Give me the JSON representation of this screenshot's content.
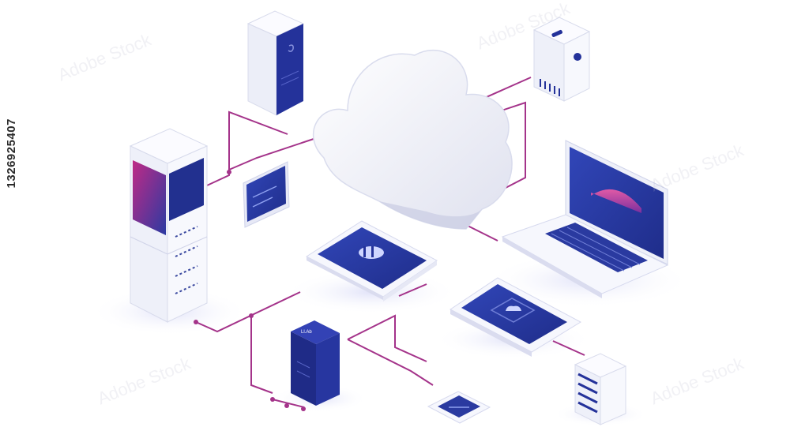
{
  "image": {
    "side_watermark": "1326925407",
    "stock_watermark": "Adobe Stock",
    "tiny_device_label": "Ll.Ab",
    "palette": {
      "primary_blue": "#23338f",
      "screen_blue": "#2a3fa6",
      "accent_magenta": "#b12a8b",
      "connector": "#a4338a",
      "device_white": "#f4f5fb",
      "device_shadow": "#dadcef"
    },
    "objects": [
      "cloud-icon",
      "tall-server-tower",
      "rack-server-with-magenta-panel",
      "floating-screen-panel",
      "tablet-device",
      "laptop-computer",
      "small-tablet-with-cloud",
      "blue-server-unit",
      "mini-display-device",
      "white-server-stack",
      "network-connector-lines"
    ]
  }
}
